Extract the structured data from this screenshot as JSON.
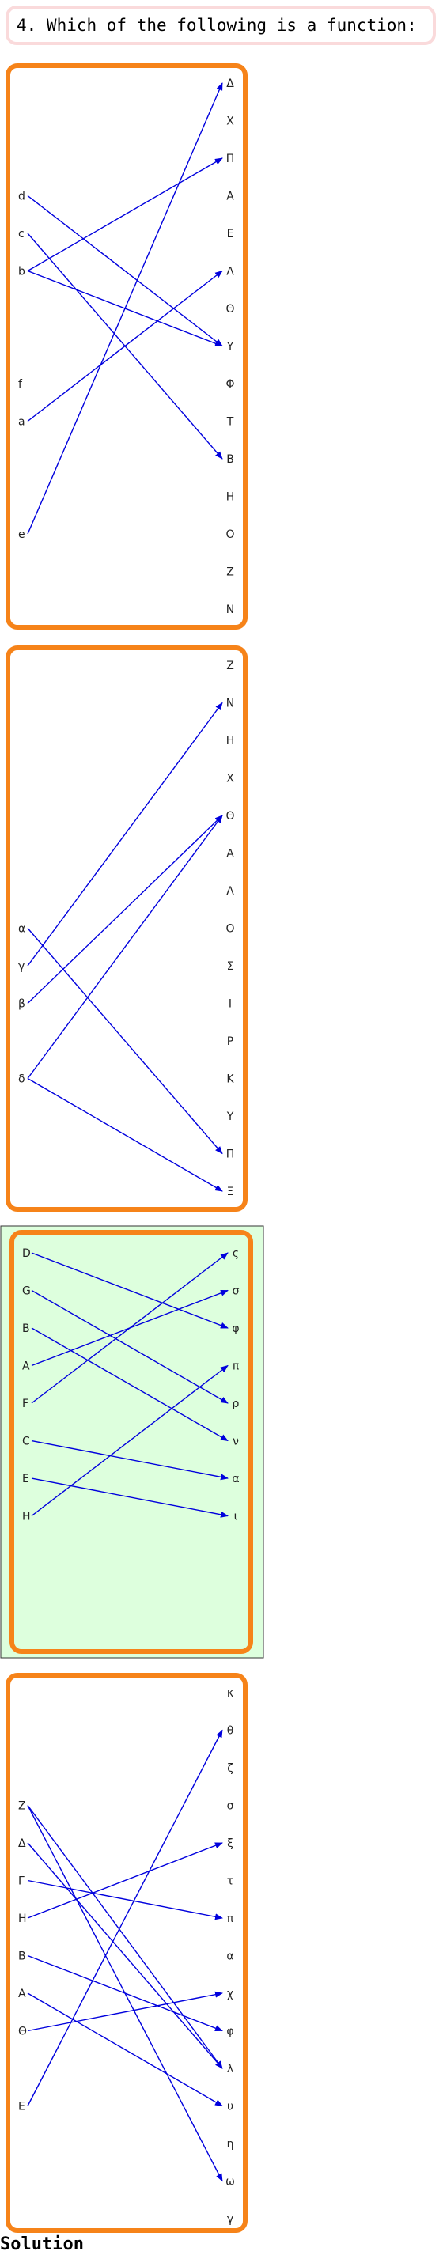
{
  "question": {
    "text": "4. Which of the following is a function:"
  },
  "solution_label": "Solution",
  "colors": {
    "frame": "#f68319",
    "arrow": "#0000dd",
    "highlight_bg": "#ddffdd",
    "highlight_border": "#333333",
    "question_border": "#fadadb"
  },
  "options": [
    {
      "id": "option-1",
      "highlighted": false,
      "left_items": [
        "d",
        "c",
        "b",
        "f",
        "a",
        "e"
      ],
      "right_items": [
        "Δ",
        "Χ",
        "Π",
        "Α",
        "Ε",
        "Λ",
        "Θ",
        "Υ",
        "Φ",
        "Τ",
        "Β",
        "Η",
        "Ο",
        "Ζ",
        "Ν"
      ],
      "mapping": [
        [
          "d",
          "Υ"
        ],
        [
          "c",
          "Β"
        ],
        [
          "b",
          "Π"
        ],
        [
          "b",
          "Υ"
        ],
        [
          "a",
          "Λ"
        ],
        [
          "e",
          "Δ"
        ]
      ]
    },
    {
      "id": "option-2",
      "highlighted": false,
      "left_items": [
        "α",
        "γ",
        "β",
        "δ"
      ],
      "right_items": [
        "Ζ",
        "Ν",
        "Η",
        "Χ",
        "Θ",
        "Α",
        "Λ",
        "Ο",
        "Σ",
        "Ι",
        "Ρ",
        "Κ",
        "Υ",
        "Π",
        "Ξ"
      ],
      "mapping": [
        [
          "α",
          "Π"
        ],
        [
          "γ",
          "Ν"
        ],
        [
          "β",
          "Θ"
        ],
        [
          "δ",
          "Θ"
        ],
        [
          "δ",
          "Ξ"
        ]
      ]
    },
    {
      "id": "option-3",
      "highlighted": true,
      "left_items": [
        "D",
        "G",
        "B",
        "A",
        "F",
        "C",
        "E",
        "H"
      ],
      "right_items": [
        "ς",
        "σ",
        "φ",
        "π",
        "ρ",
        "ν",
        "α",
        "ι"
      ],
      "mapping": [
        [
          "D",
          "φ"
        ],
        [
          "G",
          "ρ"
        ],
        [
          "B",
          "ν"
        ],
        [
          "A",
          "σ"
        ],
        [
          "F",
          "ς"
        ],
        [
          "C",
          "α"
        ],
        [
          "E",
          "ι"
        ],
        [
          "H",
          "π"
        ]
      ]
    },
    {
      "id": "option-4",
      "highlighted": false,
      "left_items": [
        "Ζ",
        "Δ",
        "Γ",
        "Η",
        "Β",
        "Α",
        "Θ",
        "Ε"
      ],
      "right_items": [
        "κ",
        "θ",
        "ζ",
        "σ",
        "ξ",
        "τ",
        "π",
        "α",
        "χ",
        "φ",
        "λ",
        "υ",
        "η",
        "ω",
        "γ"
      ],
      "mapping": [
        [
          "Ζ",
          "λ"
        ],
        [
          "Ζ",
          "ω"
        ],
        [
          "Δ",
          "λ"
        ],
        [
          "Γ",
          "π"
        ],
        [
          "Η",
          "ξ"
        ],
        [
          "Β",
          "φ"
        ],
        [
          "Α",
          "υ"
        ],
        [
          "Θ",
          "χ"
        ],
        [
          "Ε",
          "θ"
        ]
      ]
    }
  ]
}
